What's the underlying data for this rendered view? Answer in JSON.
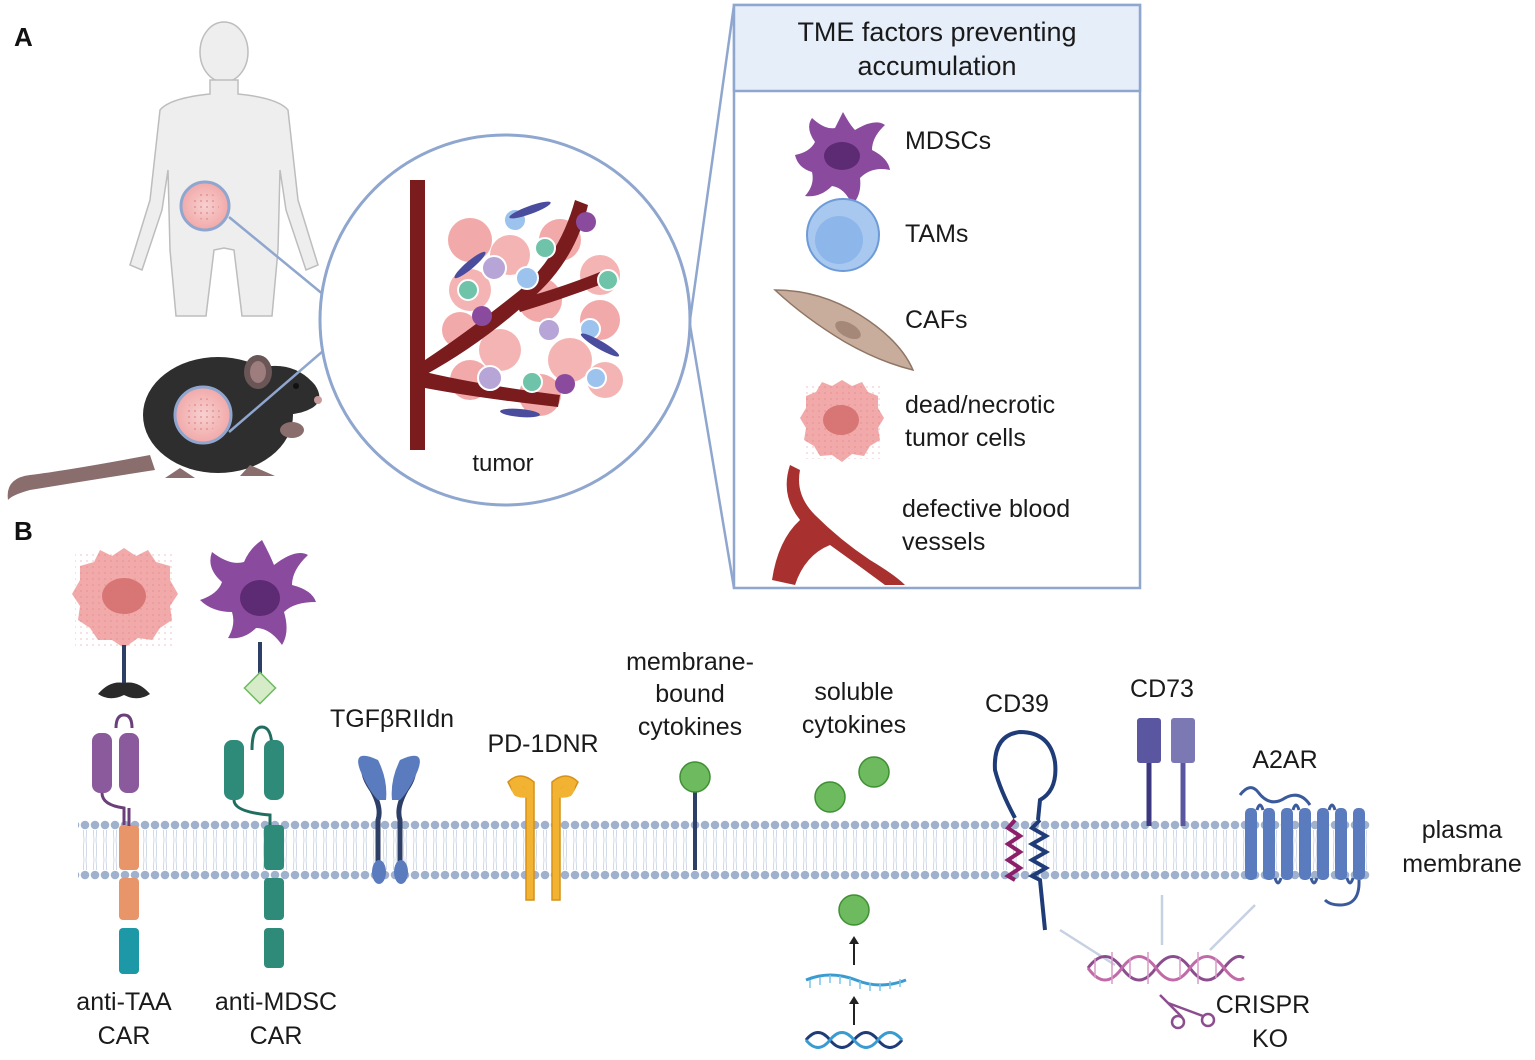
{
  "panel_a": {
    "panel_label": "A",
    "tumor_label": "tumor",
    "tme_box": {
      "header_line1": "TME factors preventing",
      "header_line2": "accumulation",
      "items": [
        {
          "line1": "MDSCs",
          "line2": "",
          "icon": "mdsc-icon"
        },
        {
          "line1": "TAMs",
          "line2": "",
          "icon": "tam-icon"
        },
        {
          "line1": "CAFs",
          "line2": "",
          "icon": "caf-icon"
        },
        {
          "line1": "dead/necrotic",
          "line2": "tumor cells",
          "icon": "necrotic-cell-icon"
        },
        {
          "line1": "defective blood",
          "line2": "vessels",
          "icon": "blood-vessel-icon"
        }
      ]
    },
    "colors": {
      "box_border": "#8fa6cf",
      "box_header_bg": "#e6eefa",
      "vessel": "#7a1b1e",
      "mdsc": "#8a4a9e",
      "tam": "#9cc2ee",
      "caf": "#c9ad9c",
      "tumor_cell": "#f0a0a0"
    }
  },
  "panel_b": {
    "panel_label": "B",
    "constructs": {
      "anti_taa_car": {
        "line1": "anti-TAA",
        "line2": "CAR"
      },
      "anti_mdsc_car": {
        "line1": "anti-MDSC",
        "line2": "CAR"
      },
      "tgfb": {
        "line1": "TGFβRIIdn"
      },
      "pd1": {
        "line1": "PD-1DNR"
      },
      "membrane_cyto": {
        "line1": "membrane-",
        "line2": "bound",
        "line3": "cytokines"
      },
      "soluble_cyto": {
        "line1": "soluble",
        "line2": "cytokines"
      },
      "cd39": {
        "line1": "CD39"
      },
      "cd73": {
        "line1": "CD73"
      },
      "a2ar": {
        "line1": "A2AR"
      },
      "crispr": {
        "line1": "CRISPR",
        "line2": "KO"
      },
      "membrane": {
        "line1": "plasma",
        "line2": "membrane"
      }
    },
    "colors": {
      "membrane_head": "#9fb1cc",
      "car_purple": "#8b5a9c",
      "car_teal": "#2e8b7a",
      "car_orange": "#e8956a",
      "car_cyan": "#1d98a6",
      "receptor_blue": "#5a7bbd",
      "pd1_yellow": "#f2b232",
      "cytokine_green": "#6dbb5e",
      "cd73_purple": "#5a57a0",
      "cd39_navy": "#1f3c78",
      "crispr_pink": "#c06aa8"
    }
  }
}
